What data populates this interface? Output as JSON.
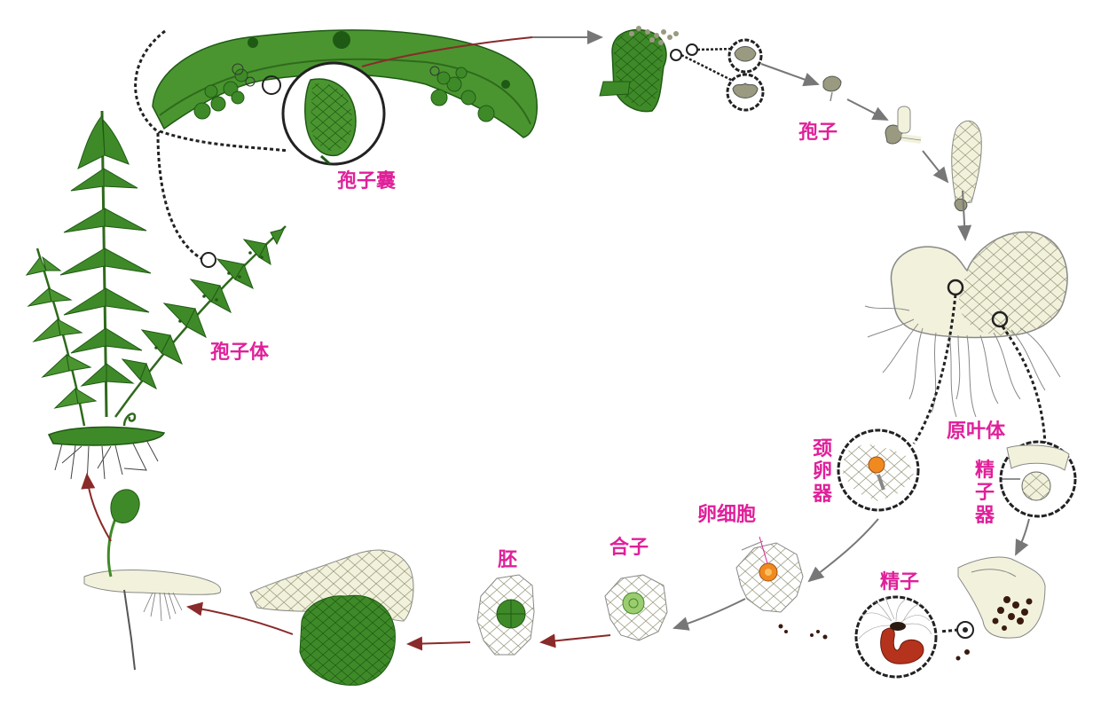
{
  "colors": {
    "label": "#e0209a",
    "plant_green": "#3f8a28",
    "plant_dark": "#1f5a14",
    "prothallus": "#f2f2dc",
    "cycle_arrow": "#8a2a2a",
    "sperm": "#b5321c",
    "egg": "#f08a20"
  },
  "labels": {
    "sporangium": "孢子囊",
    "spore": "孢子",
    "sporophyte": "孢子体",
    "prothallus": "原叶体",
    "archegonium": "颈卵器",
    "antheridium": "精子器",
    "egg_cell": "卵细胞",
    "sperm": "精子",
    "zygote": "合子",
    "embryo": "胚"
  }
}
